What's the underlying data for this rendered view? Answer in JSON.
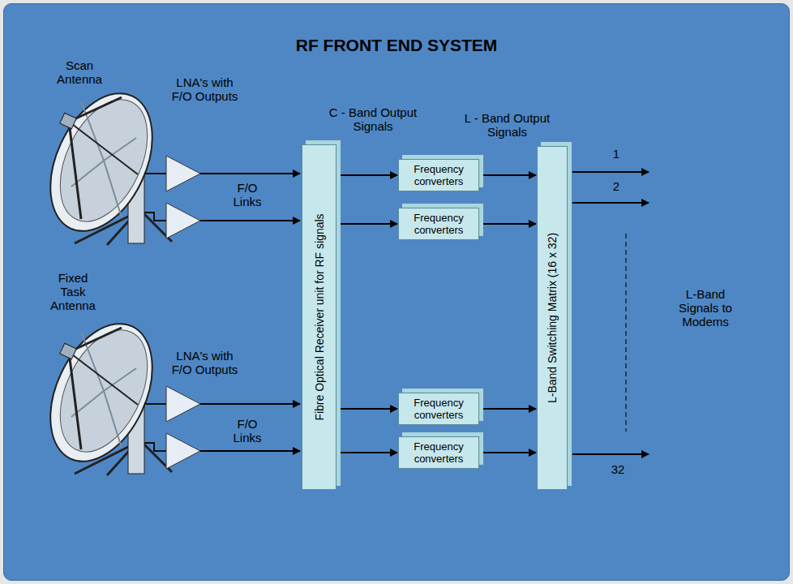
{
  "diagram": {
    "title": "RF FRONT END SYSTEM",
    "nodes": [
      {
        "text": [
          "Fibre Optical Receiver unit for RF signals"
        ]
      },
      {
        "text": [
          "Frequency converters"
        ]
      },
      {
        "text": [
          "Frequency converters"
        ]
      },
      {
        "text": [
          "Frequency converters"
        ]
      },
      {
        "text": [
          "Frequency converters"
        ]
      },
      {
        "text": [
          "L-Band Switching Matrix (16 x 32)"
        ]
      }
    ],
    "edges": [
      {
        "from": 0,
        "to": 1,
        "arrow": "to"
      },
      {
        "from": 0,
        "to": 2,
        "arrow": "to"
      },
      {
        "from": 0,
        "to": 3,
        "arrow": "to"
      },
      {
        "from": 0,
        "to": 4,
        "arrow": "to"
      },
      {
        "from": 1,
        "to": 5,
        "arrow": "to"
      },
      {
        "from": 2,
        "to": 5,
        "arrow": "to"
      },
      {
        "from": 3,
        "to": 5,
        "arrow": "to"
      },
      {
        "from": 4,
        "to": 5,
        "arrow": "to"
      }
    ],
    "labels": [
      "Scan Antenna",
      "LNA's with F/O Outputs",
      "F/O Links",
      "C - Band Output Signals",
      "L - Band Output Signals",
      "1",
      "2",
      "L-Band Signals to Modems",
      "Fixed Task Antenna",
      "LNA's with F/O Outputs",
      "F/O Links",
      "32"
    ]
  }
}
